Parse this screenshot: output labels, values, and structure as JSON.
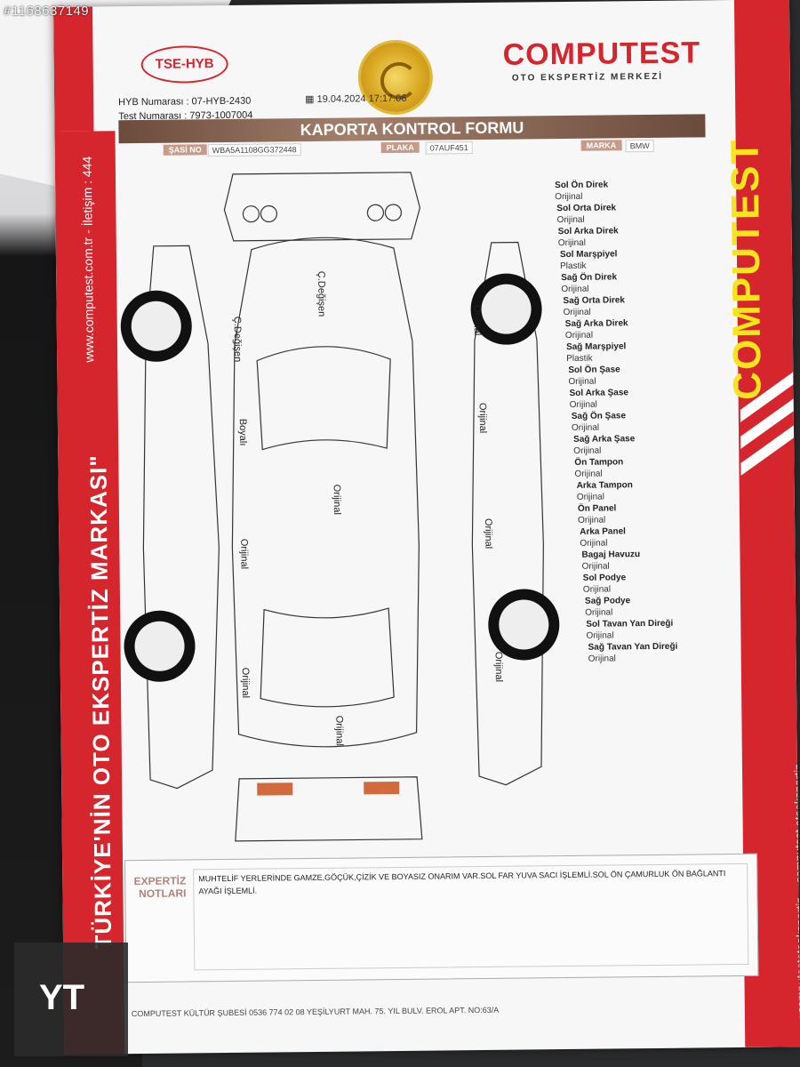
{
  "image_id": "#1168637149",
  "header": {
    "tse_logo": "TSE-HYB",
    "brand": "COMPUTEST",
    "brand_sub": "OTO EKSPERTİZ MERKEZİ",
    "hyb_label": "HYB Numarası : 07-HYB-2430",
    "test_label": "Test Numarası : 7973-1007004",
    "date": "19.04.2024",
    "time": "17:17:06"
  },
  "form": {
    "title": "KAPORTA KONTROL FORMU",
    "chassis_label": "ŞASİ NO",
    "chassis_value": "WBA5A1108GG372448",
    "plate_label": "PLAKA",
    "plate_value": "07AUF451",
    "brand_label": "MARKA",
    "brand_value": "BMW"
  },
  "diagram_labels": {
    "hood": "Ç.Değişen",
    "front_left_fender": "Ç.Değişen",
    "front_left_door": "Boyalı",
    "rear_left_door": "Orijinal",
    "rear_left_fender": "Orijinal",
    "roof": "Orijinal",
    "trunk": "Orijinal",
    "front_right_fender": "Orijinal",
    "front_right_door": "Orijinal",
    "rear_right_door": "Orijinal",
    "rear_right_fender": "Orijinal"
  },
  "parts": [
    {
      "name": "Sol Ön Direk",
      "status": "Orijinal"
    },
    {
      "name": "Sol Orta Direk",
      "status": "Orijinal"
    },
    {
      "name": "Sol Arka Direk",
      "status": "Orijinal"
    },
    {
      "name": "Sol Marşpiyel",
      "status": "Plastik"
    },
    {
      "name": "Sağ Ön Direk",
      "status": "Orijinal"
    },
    {
      "name": "Sağ Orta Direk",
      "status": "Orijinal"
    },
    {
      "name": "Sağ Arka Direk",
      "status": "Orijinal"
    },
    {
      "name": "Sağ Marşpiyel",
      "status": "Plastik"
    },
    {
      "name": "Sol Ön Şase",
      "status": "Orijinal"
    },
    {
      "name": "Sol Arka Şase",
      "status": "Orijinal"
    },
    {
      "name": "Sağ Ön Şase",
      "status": "Orijinal"
    },
    {
      "name": "Sağ Arka Şase",
      "status": "Orijinal"
    },
    {
      "name": "Ön Tampon",
      "status": "Orijinal"
    },
    {
      "name": "Arka Tampon",
      "status": "Orijinal"
    },
    {
      "name": "Ön Panel",
      "status": "Orijinal"
    },
    {
      "name": "Arka Panel",
      "status": "Orijinal"
    },
    {
      "name": "Bagaj Havuzu",
      "status": "Orijinal"
    },
    {
      "name": "Sol Podye",
      "status": "Orijinal"
    },
    {
      "name": "Sağ Podye",
      "status": "Orijinal"
    },
    {
      "name": "Sol Tavan Yan Direği",
      "status": "Orijinal"
    },
    {
      "name": "Sağ Tavan Yan Direği",
      "status": "Orijinal"
    }
  ],
  "notes": {
    "label_line1": "EXPERTİZ",
    "label_line2": "NOTLARI",
    "text": "MUHTELİF YERLERİNDE GAMZE,GÖÇÜK,ÇİZİK VE BOYASIZ ONARIM VAR.SOL FAR YUVA SACI İŞLEMLİ.SOL ÖN ÇAMURLUK ÖN BAĞLANTI AYAĞI İŞLEMLİ."
  },
  "side_texts": {
    "website": "www.computest.com.tr - İletişim : 444",
    "slogan": "TÜRKİYE'NİN OTO EKSPERTİZ MARKASI\"",
    "instagram": "computest.otoekspertiz",
    "instagram2": "computestotoekspertiz",
    "vertical_logo": "COMPUTEST"
  },
  "footer": "COMPUTEST KÜLTÜR ŞUBESİ 0536 774 02 08 YEŞİLYURT MAH. 75. YIL BULV. EROL APT. NO:63/A",
  "corner_logo": "YT"
}
